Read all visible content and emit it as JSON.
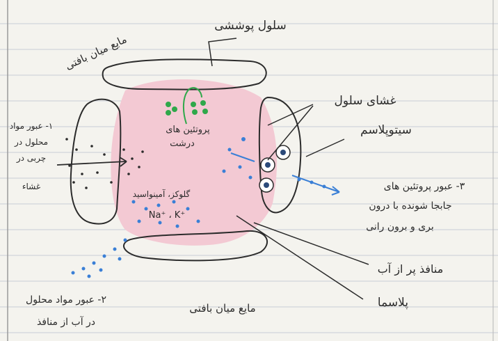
{
  "labels": {
    "endothelial_cell": "سلول پوششی",
    "interstitial_fluid_top": "مایع میان بافتی",
    "interstitial_fluid_bottom": "مایع میان بافتی",
    "cell_membrane": "غشای سلول",
    "cytoplasm": "سیتوپلاسم",
    "plasma": "پلاسما",
    "water_pores": "منافذ پر از آب",
    "proteins": "پروتئین های",
    "vesicle_word": "درشت",
    "crossing_1_a": "۱- عبور مواد",
    "crossing_1_b": "محلول در",
    "crossing_1_c": "چربی در",
    "crossing_1_d": "غشاء",
    "crossing_2_a": "۲- عبور مواد محلول",
    "crossing_2_b": "در آب از منافذ",
    "crossing_3_a": "۳- عبور پروتئین های",
    "crossing_3_b": "جابجا شونده با درون",
    "crossing_3_c": "بری و برون رانی",
    "plasma_contents_a": "گلوکز، آمینواسید",
    "plasma_contents_b": "Na⁺ ، K⁺"
  },
  "colors": {
    "paper": "#f4f3ee",
    "rule_line": "#c9ccd6",
    "margin_line": "#9a9a9a",
    "ink": "#2b2b2b",
    "lumen_pink": "#f3c9d3",
    "protein_green": "#2fa84a",
    "solute_blue": "#3a7fd6"
  },
  "icons": [
    "green-protein-dots",
    "blue-solute-dots",
    "black-lipid-dots",
    "nucleus-circles",
    "arrow"
  ]
}
